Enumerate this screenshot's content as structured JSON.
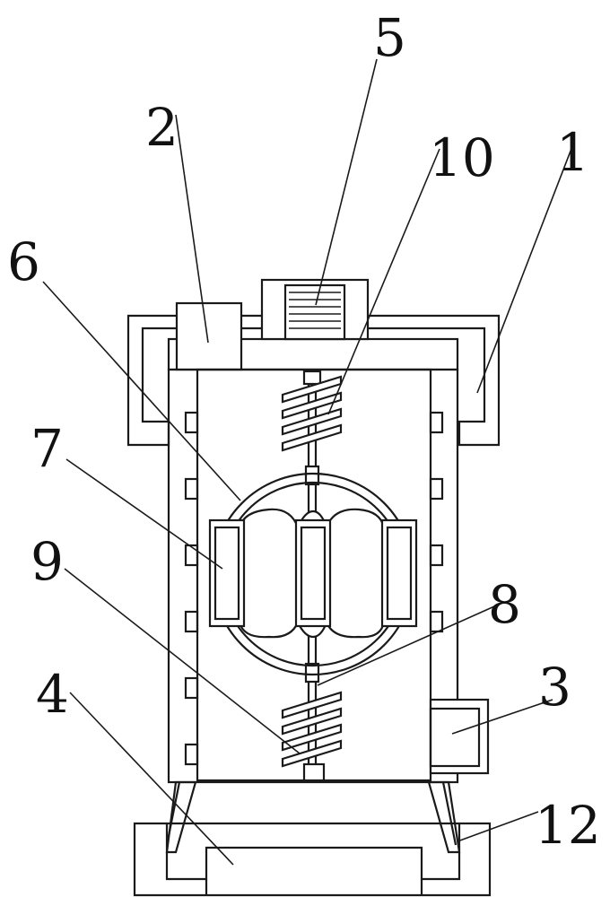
{
  "labels": {
    "l1": "1",
    "l2": "2",
    "l3": "3",
    "l4": "4",
    "l5": "5",
    "l6": "6",
    "l7": "7",
    "l8": "8",
    "l9": "9",
    "l10": "10",
    "l12": "12"
  },
  "colors": {
    "line": "#1a1a1a",
    "background": "#ffffff"
  }
}
